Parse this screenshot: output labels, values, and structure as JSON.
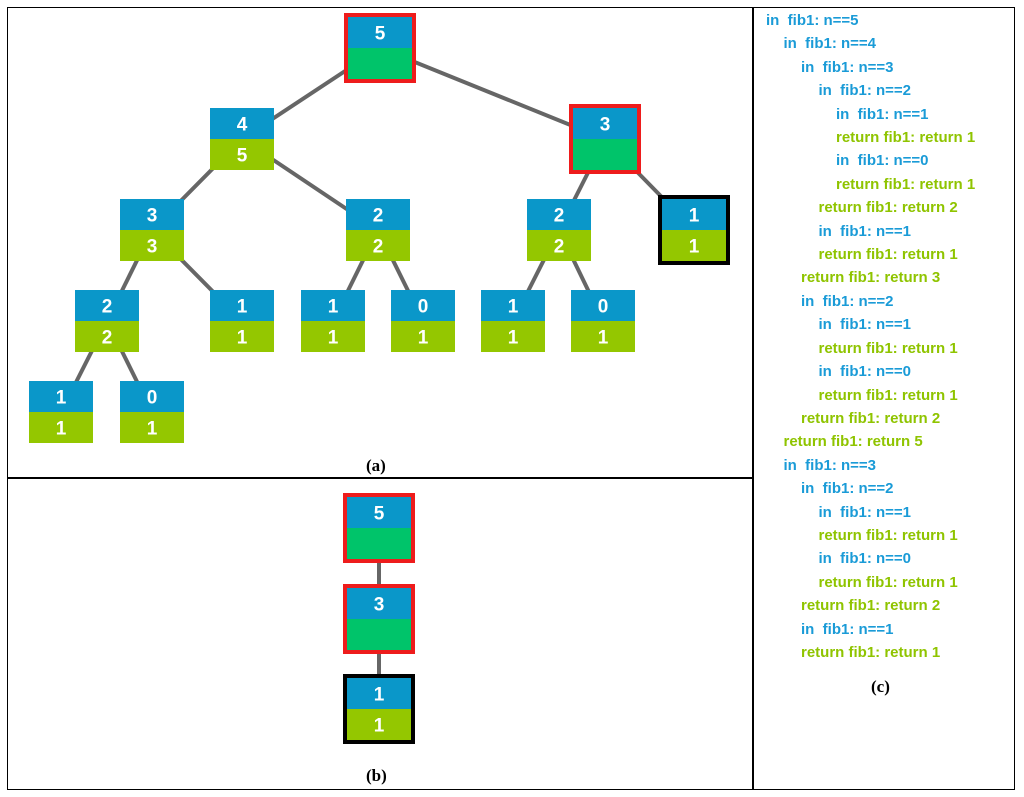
{
  "panels": {
    "a_label": "(a)",
    "b_label": "(b)",
    "c_label": "(c)"
  },
  "colors": {
    "top_cell": "#0a97c9",
    "bottom_cell": "#94c700",
    "bottom_cell_active": "#00c46a",
    "active_border": "#ee1c1c",
    "current_border": "#000000",
    "edge": "#666666",
    "trace_call": "#1a9bd7",
    "trace_return": "#8fc400"
  },
  "tree_a": {
    "nodes": [
      {
        "id": "a0",
        "n": "5",
        "result": "",
        "state": "active"
      },
      {
        "id": "a1",
        "n": "4",
        "result": "5",
        "state": "done"
      },
      {
        "id": "a2",
        "n": "3",
        "result": "",
        "state": "active"
      },
      {
        "id": "a3",
        "n": "3",
        "result": "3",
        "state": "done"
      },
      {
        "id": "a4",
        "n": "2",
        "result": "2",
        "state": "done"
      },
      {
        "id": "a5",
        "n": "2",
        "result": "2",
        "state": "done"
      },
      {
        "id": "a6",
        "n": "1",
        "result": "1",
        "state": "current"
      },
      {
        "id": "a7",
        "n": "2",
        "result": "2",
        "state": "done"
      },
      {
        "id": "a8",
        "n": "1",
        "result": "1",
        "state": "done"
      },
      {
        "id": "a9",
        "n": "1",
        "result": "1",
        "state": "done"
      },
      {
        "id": "a10",
        "n": "0",
        "result": "1",
        "state": "done"
      },
      {
        "id": "a11",
        "n": "1",
        "result": "1",
        "state": "done"
      },
      {
        "id": "a12",
        "n": "0",
        "result": "1",
        "state": "done"
      },
      {
        "id": "a13",
        "n": "1",
        "result": "1",
        "state": "done"
      },
      {
        "id": "a14",
        "n": "0",
        "result": "1",
        "state": "done"
      }
    ],
    "edges": [
      [
        "a0",
        "a1"
      ],
      [
        "a0",
        "a2"
      ],
      [
        "a1",
        "a3"
      ],
      [
        "a1",
        "a4"
      ],
      [
        "a2",
        "a5"
      ],
      [
        "a2",
        "a6"
      ],
      [
        "a3",
        "a7"
      ],
      [
        "a3",
        "a8"
      ],
      [
        "a4",
        "a9"
      ],
      [
        "a4",
        "a10"
      ],
      [
        "a5",
        "a11"
      ],
      [
        "a5",
        "a12"
      ],
      [
        "a7",
        "a13"
      ],
      [
        "a7",
        "a14"
      ]
    ]
  },
  "tree_b": {
    "nodes": [
      {
        "id": "b0",
        "n": "5",
        "result": "",
        "state": "active"
      },
      {
        "id": "b1",
        "n": "3",
        "result": "",
        "state": "active"
      },
      {
        "id": "b2",
        "n": "1",
        "result": "1",
        "state": "current"
      }
    ],
    "edges": [
      [
        "b0",
        "b1"
      ],
      [
        "b1",
        "b2"
      ]
    ]
  },
  "trace": [
    {
      "kind": "call",
      "depth": 0,
      "text": "in  fib1: n==5"
    },
    {
      "kind": "call",
      "depth": 1,
      "text": "in  fib1: n==4"
    },
    {
      "kind": "call",
      "depth": 2,
      "text": "in  fib1: n==3"
    },
    {
      "kind": "call",
      "depth": 3,
      "text": "in  fib1: n==2"
    },
    {
      "kind": "call",
      "depth": 4,
      "text": "in  fib1: n==1"
    },
    {
      "kind": "return",
      "depth": 4,
      "text": "return fib1: return 1"
    },
    {
      "kind": "call",
      "depth": 4,
      "text": "in  fib1: n==0"
    },
    {
      "kind": "return",
      "depth": 4,
      "text": "return fib1: return 1"
    },
    {
      "kind": "return",
      "depth": 3,
      "text": "return fib1: return 2"
    },
    {
      "kind": "call",
      "depth": 3,
      "text": "in  fib1: n==1"
    },
    {
      "kind": "return",
      "depth": 3,
      "text": "return fib1: return 1"
    },
    {
      "kind": "return",
      "depth": 2,
      "text": "return fib1: return 3"
    },
    {
      "kind": "call",
      "depth": 2,
      "text": "in  fib1: n==2"
    },
    {
      "kind": "call",
      "depth": 3,
      "text": "in  fib1: n==1"
    },
    {
      "kind": "return",
      "depth": 3,
      "text": "return fib1: return 1"
    },
    {
      "kind": "call",
      "depth": 3,
      "text": "in  fib1: n==0"
    },
    {
      "kind": "return",
      "depth": 3,
      "text": "return fib1: return 1"
    },
    {
      "kind": "return",
      "depth": 2,
      "text": "return fib1: return 2"
    },
    {
      "kind": "return",
      "depth": 1,
      "text": "return fib1: return 5"
    },
    {
      "kind": "call",
      "depth": 1,
      "text": "in  fib1: n==3"
    },
    {
      "kind": "call",
      "depth": 2,
      "text": "in  fib1: n==2"
    },
    {
      "kind": "call",
      "depth": 3,
      "text": "in  fib1: n==1"
    },
    {
      "kind": "return",
      "depth": 3,
      "text": "return fib1: return 1"
    },
    {
      "kind": "call",
      "depth": 3,
      "text": "in  fib1: n==0"
    },
    {
      "kind": "return",
      "depth": 3,
      "text": "return fib1: return 1"
    },
    {
      "kind": "return",
      "depth": 2,
      "text": "return fib1: return 2"
    },
    {
      "kind": "call",
      "depth": 2,
      "text": "in  fib1: n==1"
    },
    {
      "kind": "return",
      "depth": 2,
      "text": "return fib1: return 1"
    }
  ]
}
